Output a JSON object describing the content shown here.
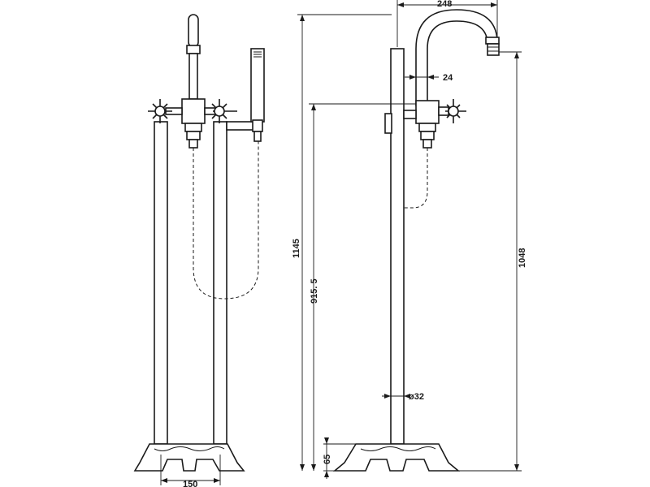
{
  "dimensions": {
    "spout_reach": "248",
    "spout_pipe": "24",
    "total_height": "1145",
    "handle_height": "915. 5",
    "spout_height": "1048",
    "pipe_diameter": "ø32",
    "base_height": "65",
    "pipe_spacing": "150"
  }
}
